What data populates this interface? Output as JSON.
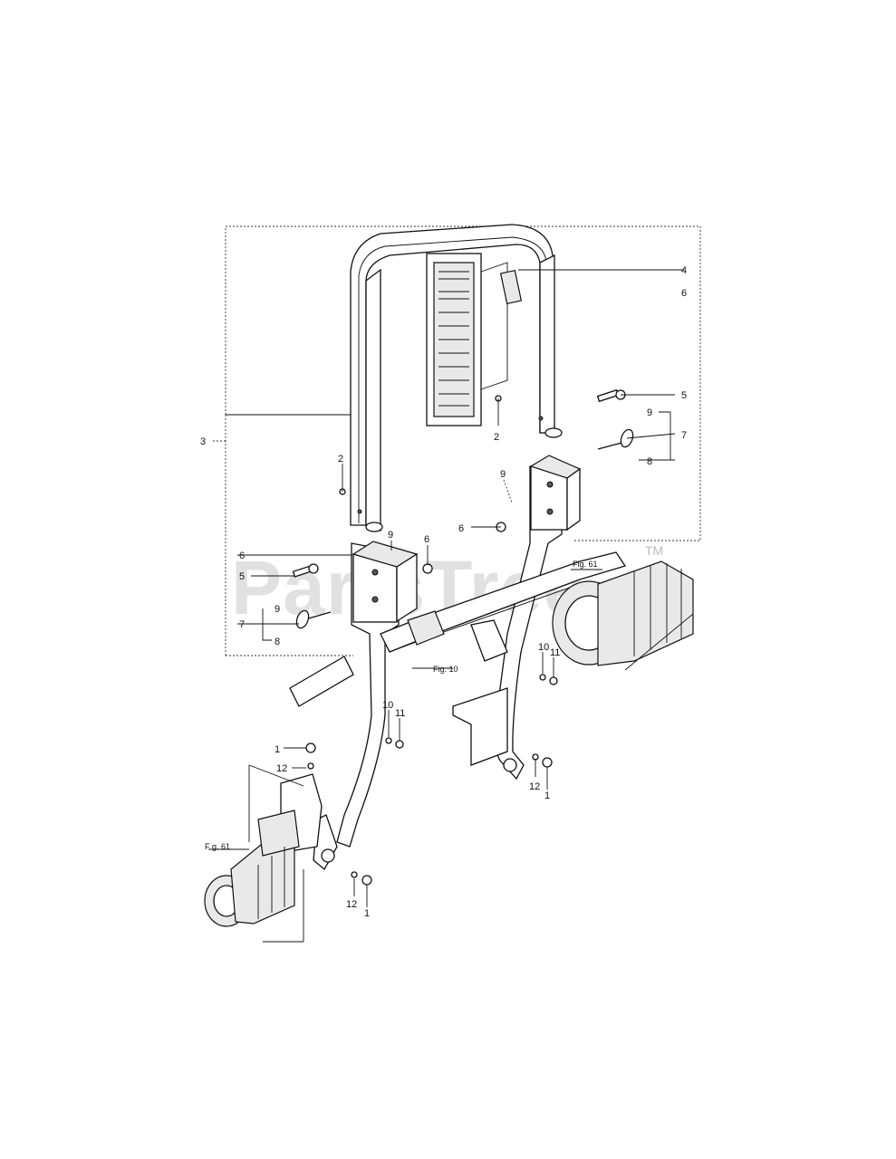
{
  "watermark": {
    "text": "PartsTree",
    "trademark": "TM"
  },
  "callouts": {
    "n1a": "1",
    "n1b": "1",
    "n1c": "1",
    "n2a": "2",
    "n2b": "2",
    "n3": "3",
    "n4": "4",
    "n5a": "5",
    "n5b": "5",
    "n6a": "6",
    "n6b": "6",
    "n6c": "6",
    "n7a": "7",
    "n7b": "7",
    "n8a": "8",
    "n8b": "8",
    "n9a": "9",
    "n9b": "9",
    "n9c": "9",
    "n9d": "9",
    "n10a": "10",
    "n10b": "10",
    "n11a": "11",
    "n11b": "11",
    "n12a": "12",
    "n12b": "12",
    "n12c": "12"
  },
  "figure_refs": {
    "fig61_right": "Fig. 61",
    "fig10": "Fig. 10",
    "fig61_left": "F g. 61"
  }
}
